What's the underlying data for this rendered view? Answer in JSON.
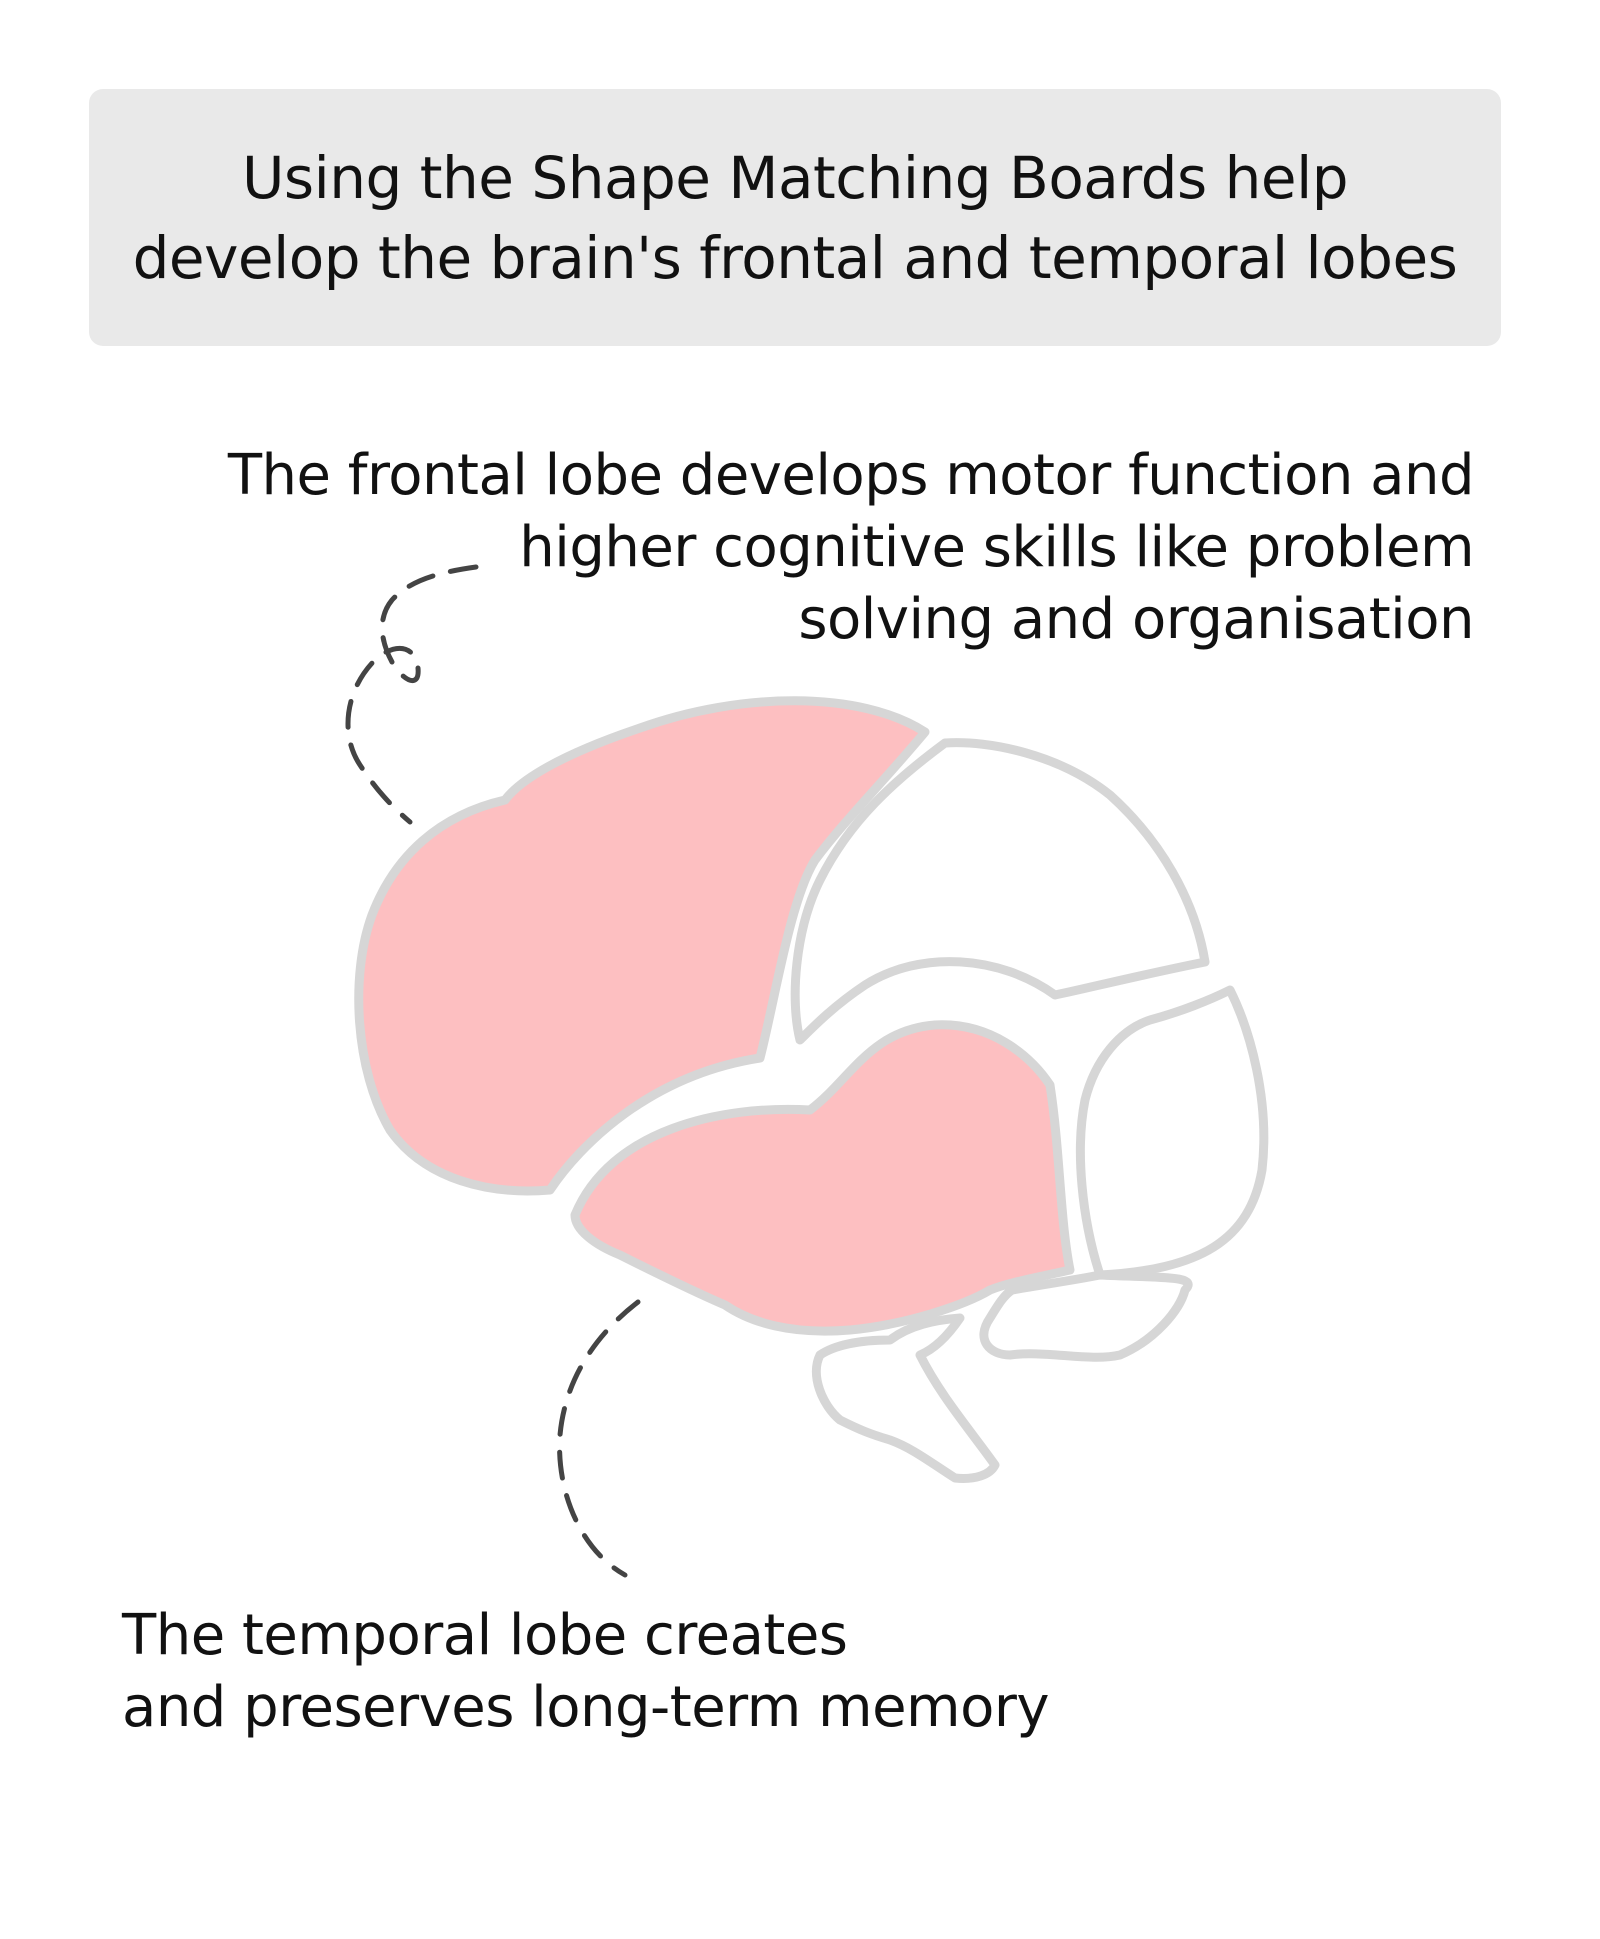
{
  "title": "Using the Shape Matching Boards help\ndevelop the brain's frontal and temporal lobes",
  "frontal_caption": "The frontal lobe develops motor function and\nhigher cognitive skills like problem\nsolving and organisation",
  "temporal_caption": "The temporal lobe creates\nand preserves long-term memory",
  "colors": {
    "highlight_fill": "#fdbfc1",
    "outline": "#d6d6d6",
    "title_background": "#e9e9e9",
    "leader_line": "#444444"
  }
}
